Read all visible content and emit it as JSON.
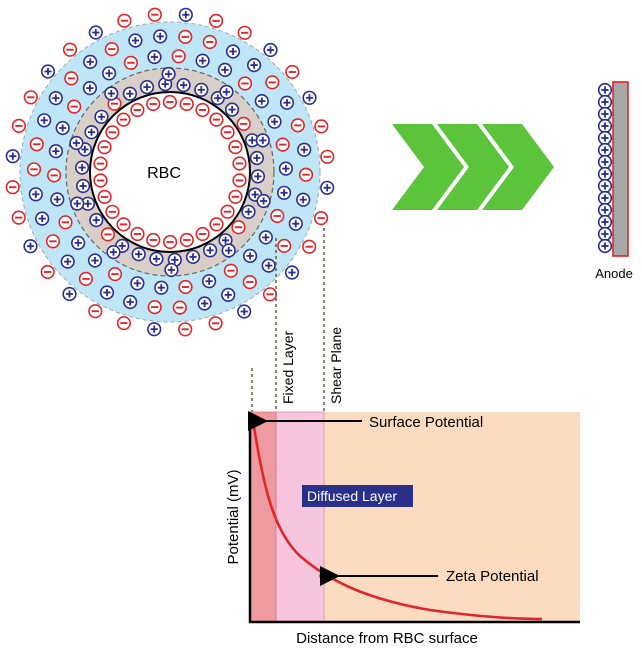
{
  "cell": {
    "label": "RBC"
  },
  "electrode": {
    "label": "Anode"
  },
  "layers": {
    "fixed_layer": "Fixed Layer",
    "shear_plane": "Shear Plane",
    "diffused_layer": "Diffused Layer"
  },
  "graph": {
    "ylabel": "Potential (mV)",
    "xlabel": "Distance from RBC surface",
    "surface_potential": "Surface Potential",
    "zeta_potential": "Zeta Potential"
  },
  "colors": {
    "positive_ion": "#2b2d8f",
    "negative_ion": "#e0262b",
    "diffuse_region": "#bfe6f7",
    "fixed_region": "#d8d0c8",
    "arrow": "#5cc43a",
    "graph_fixed": "#ef9aa0",
    "graph_diffuse": "#f7c6de",
    "graph_bulk": "#fbdcc1",
    "curve": "#e0262b",
    "diffused_label_bg": "#2a2f8a",
    "anode_plate": "#a8a8a8"
  }
}
